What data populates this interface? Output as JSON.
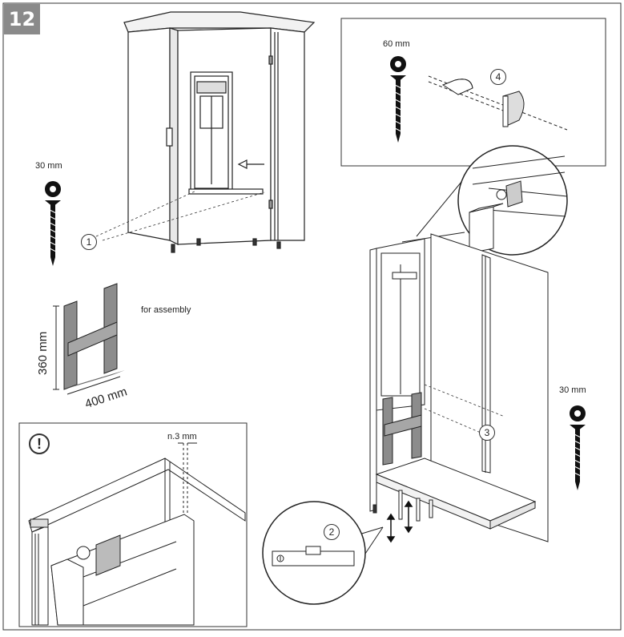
{
  "step_number": "12",
  "screws": {
    "top_left_length": "30 mm",
    "top_right_length": "60 mm",
    "right_length": "30 mm"
  },
  "jig": {
    "label": "for assembly",
    "height": "360 mm",
    "width": "400 mm"
  },
  "warning_panel": {
    "icon_text": "!",
    "gap_label": "n.3 mm"
  },
  "callouts": {
    "c1": "1",
    "c2": "2",
    "c3": "3",
    "c4": "4"
  },
  "colors": {
    "badge": "#8a8a8a",
    "panel_grey": "#9a9a9a",
    "line": "#222222"
  }
}
